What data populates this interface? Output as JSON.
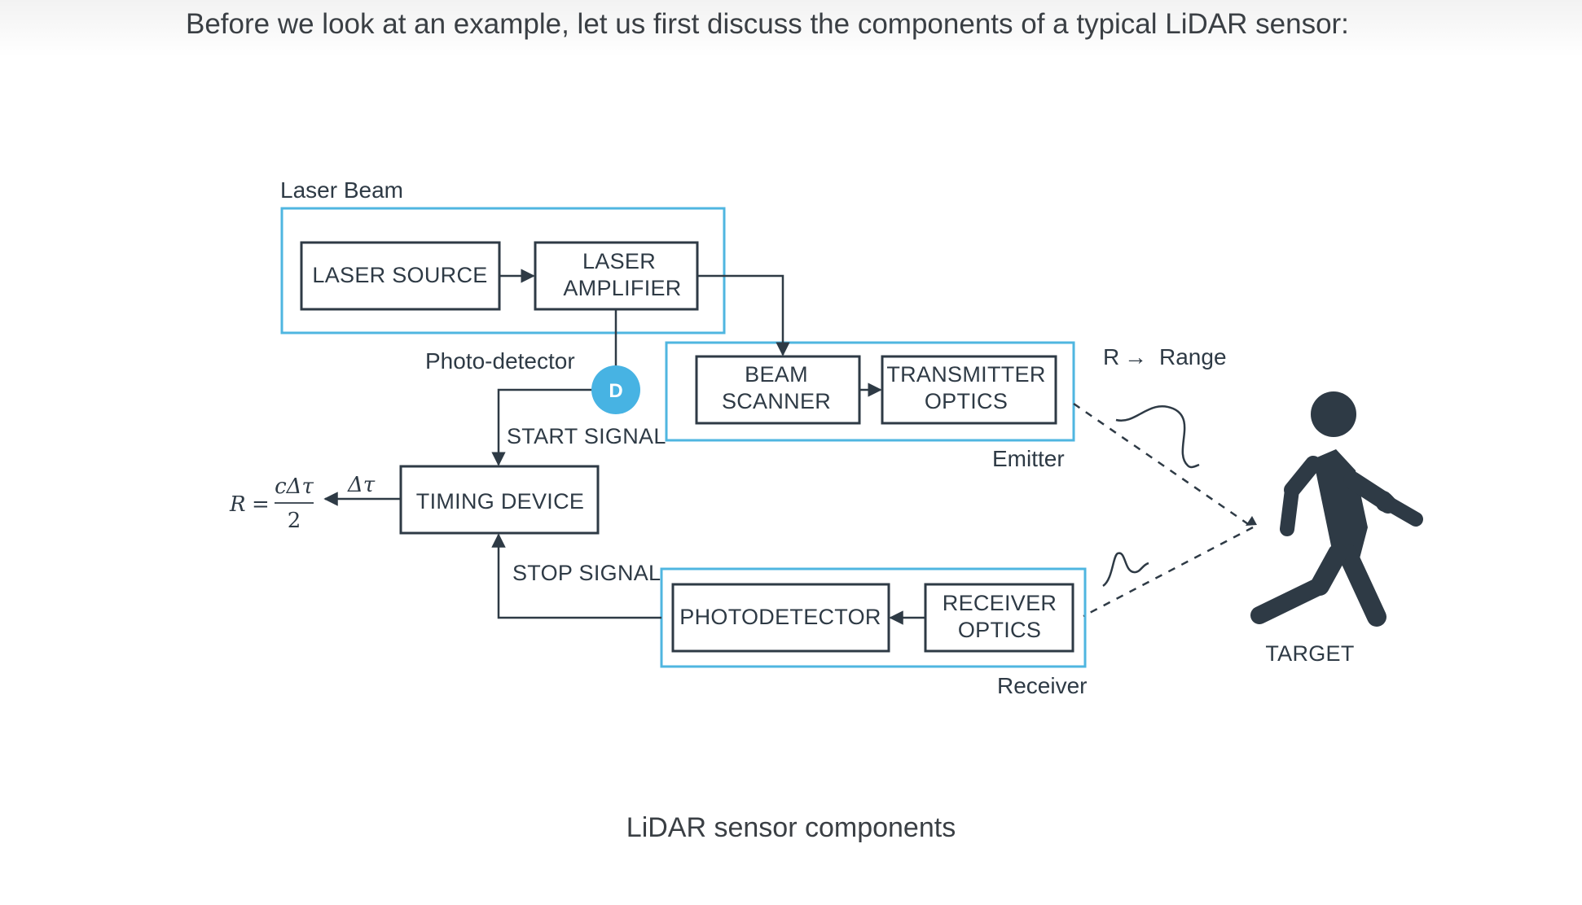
{
  "intro_text": "Before we look at an example, let us first discuss the components of a typical LiDAR sensor:",
  "caption": "LiDAR sensor components",
  "diagram": {
    "groups": {
      "laser_beam": "Laser Beam",
      "emitter": "Emitter",
      "receiver": "Receiver"
    },
    "boxes": {
      "laser_source": "LASER SOURCE",
      "laser_amplifier": [
        "LASER",
        "AMPLIFIER"
      ],
      "beam_scanner": [
        "BEAM",
        "SCANNER"
      ],
      "transmitter_optics": [
        "TRANSMITTER",
        "OPTICS"
      ],
      "timing_device": "TIMING DEVICE",
      "photodetector": "PHOTODETECTOR",
      "receiver_optics": [
        "RECEIVER",
        "OPTICS"
      ]
    },
    "photo_detector_label": "Photo-detector",
    "photo_detector_badge": "D",
    "start_signal": "START SIGNAL",
    "stop_signal": "STOP SIGNAL",
    "delta_tau": "Δτ",
    "formula": {
      "lhs": "R",
      "eq": "=",
      "numerator": "cΔτ",
      "denominator": "2"
    },
    "range": {
      "symbol": "R",
      "arrow": "→",
      "label": "Range"
    },
    "target_label": "TARGET",
    "colors": {
      "group_border": "#4fb6e0",
      "box_border": "#2e3a45",
      "badge_fill": "#47b3e3",
      "target_fill": "#2e3a45"
    }
  }
}
